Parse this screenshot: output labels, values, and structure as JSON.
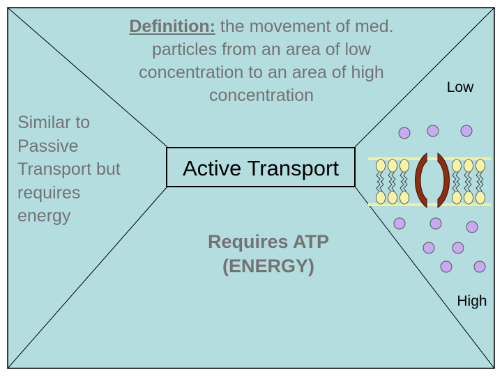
{
  "definition": {
    "label": "Definition:",
    "text": " the movement of med. particles from an area of low concentration to an area of high concentration"
  },
  "similar_note": "Similar to Passive Transport but requires energy",
  "title": "Active Transport",
  "requirement": "Requires ATP (ENERGY)",
  "concentration": {
    "low_label": "Low",
    "high_label": "High"
  },
  "colors": {
    "background": "#b4dde0",
    "note_text": "#737373",
    "particle": "#c8aaf0",
    "membrane_head": "#f6f3a6",
    "membrane_band": "#f3ef9e",
    "protein": "#8b2e12"
  }
}
